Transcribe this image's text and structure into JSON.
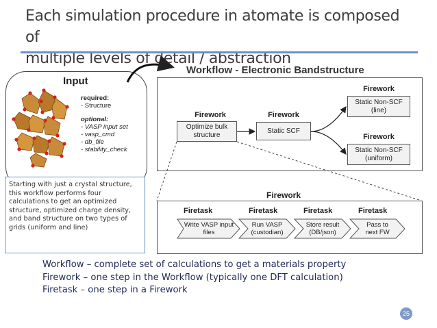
{
  "title": {
    "line1": "Each simulation procedure in atomate is composed of",
    "line2": "multiple levels of detail / abstraction"
  },
  "input": {
    "heading": "Input",
    "required_label": "required:",
    "required_items": [
      "- Structure"
    ],
    "optional_label": "optional:",
    "optional_items": [
      "- VASP input set",
      "- vasp_cmd",
      "- db_file",
      "- stability_check"
    ]
  },
  "workflow": {
    "heading": "Workflow - Electronic Bandstructure",
    "firework_label": "Firework",
    "nodes": {
      "optimize": "Optimize bulk structure",
      "static_scf": "Static SCF",
      "nscf_line": "Static Non-SCF (line)",
      "nscf_uniform": "Static Non-SCF (uniform)"
    }
  },
  "firework_detail": {
    "heading": "Firework",
    "firetask_label": "Firetask",
    "tasks": [
      "Write VASP input files",
      "Run VASP (custodian)",
      "Store result (DB/json)",
      "Pass to next FW"
    ]
  },
  "note": "Starting with just a crystal structure, this workflow performs four calculations to get an optimized structure, optimized charge density, and band structure on two types of grids (uniform and line)",
  "definitions": [
    "Workflow – complete set of calculations to get a materials property",
    "Firework – one step in the Workflow (typically one DFT calculation)",
    "Firetask – one step in a Firework"
  ],
  "page_number": "25",
  "colors": {
    "accent_blue": "#6b8fc4",
    "definition_text": "#1f2a55",
    "crystal_orange": "#c98a3a",
    "atom_red": "#d0241c"
  }
}
